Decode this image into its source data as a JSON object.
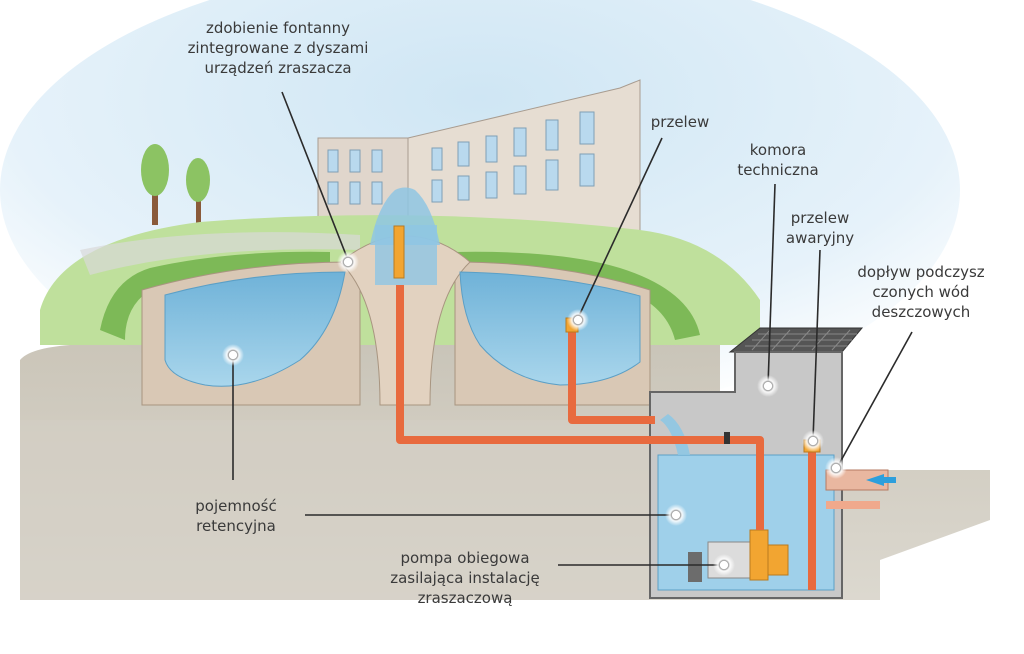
{
  "labels": {
    "fountain": [
      "zdobienie fontanny",
      "zintegrowane z dyszami",
      "urządzeń zraszacza"
    ],
    "overflow": [
      "przelew"
    ],
    "chamber": [
      "komora",
      "techniczna"
    ],
    "emergency_overflow": [
      "przelew",
      "awaryjny"
    ],
    "inflow": [
      "dopływ podczysz",
      "czonych wód",
      "deszczowych"
    ],
    "retention": [
      "pojemność",
      "retencyjna"
    ],
    "pump": [
      "pompa obiegowa",
      "zasilająca instalację",
      "zraszaczową"
    ]
  },
  "colors": {
    "water": "#8ec6e3",
    "pipe": "#e86a3e",
    "fitting": "#f2a531",
    "soil": "#c9c3b6",
    "concrete": "#d8c7b5",
    "chamber": "#c8c8c8",
    "grass": "#8cc363",
    "inflow_arrow": "#2d9fdc"
  }
}
